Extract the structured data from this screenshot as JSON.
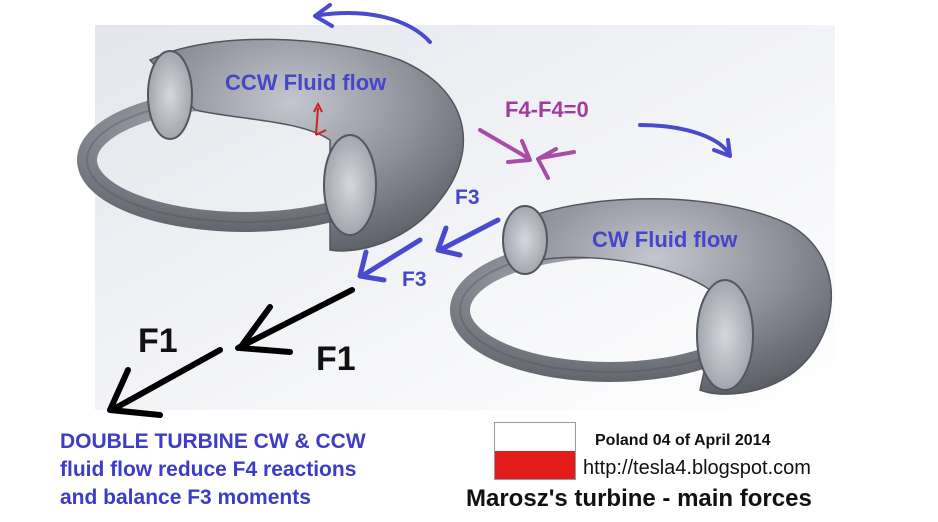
{
  "labels": {
    "ccw_flow": "CCW Fluid flow",
    "cw_flow": "CW Fluid flow",
    "f4_balance": "F4-F4=0",
    "f3_upper": "F3",
    "f3_lower": "F3",
    "f1_left": "F1",
    "f1_right": "F1"
  },
  "caption": {
    "line1": "DOUBLE TURBINE CW & CCW",
    "line2": "fluid flow reduce F4 reactions",
    "line3": "and balance  F3 moments"
  },
  "footer": {
    "date": "Poland 04 of April 2014",
    "url": "http://tesla4.blogspot.com",
    "title": "Marosz's turbine - main forces"
  },
  "colors": {
    "arrow_blue": "#4a4ad0",
    "arrow_purple": "#a84ca8",
    "arrow_black": "#000000",
    "torus": "#8a8c96",
    "flag_white": "#ffffff",
    "flag_red": "#e21b1b"
  }
}
